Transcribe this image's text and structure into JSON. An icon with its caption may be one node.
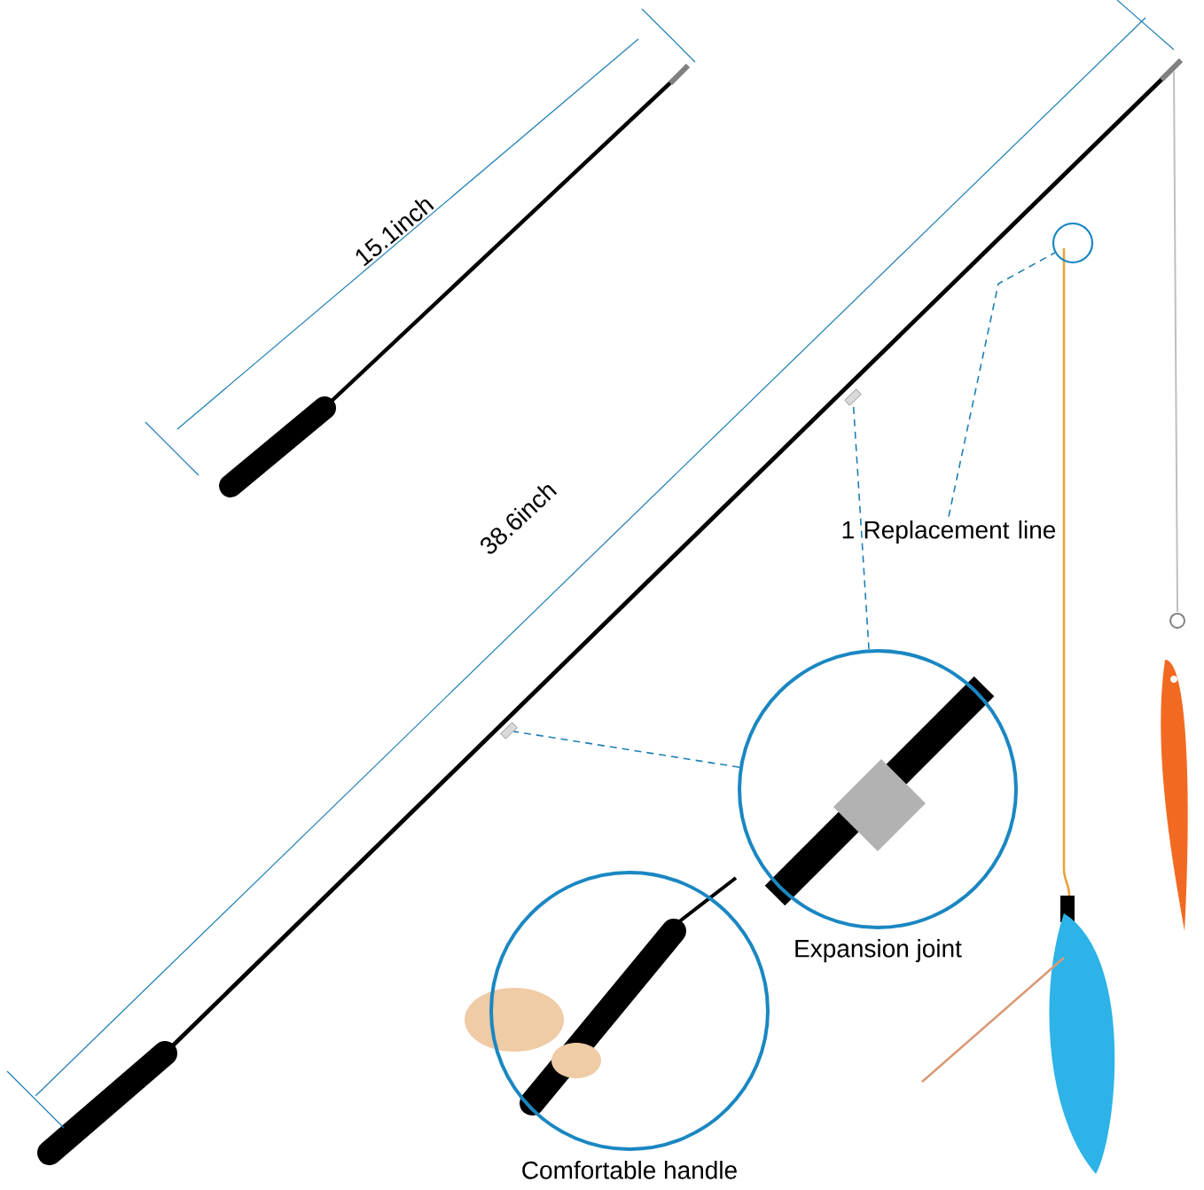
{
  "diagram": {
    "nodes": [
      {
        "text": [
          "Expansion joint"
        ]
      },
      {
        "text": [
          "Comfortable handle"
        ]
      },
      {
        "text": [
          "1 Replacement line"
        ]
      },
      {
        "text": [],
        "shape": "circle"
      },
      {
        "text": [],
        "shape": "bar"
      },
      {
        "text": [],
        "shape": "bar"
      }
    ],
    "edges": [
      {
        "from": 0,
        "to": 4,
        "arrow": "none",
        "style": "dashed"
      },
      {
        "from": 0,
        "to": 5,
        "arrow": "none",
        "style": "dashed"
      },
      {
        "from": 2,
        "to": 3,
        "arrow": "none",
        "style": "dashed"
      }
    ],
    "labels": [
      "15.1inch",
      "38.6inch"
    ]
  }
}
